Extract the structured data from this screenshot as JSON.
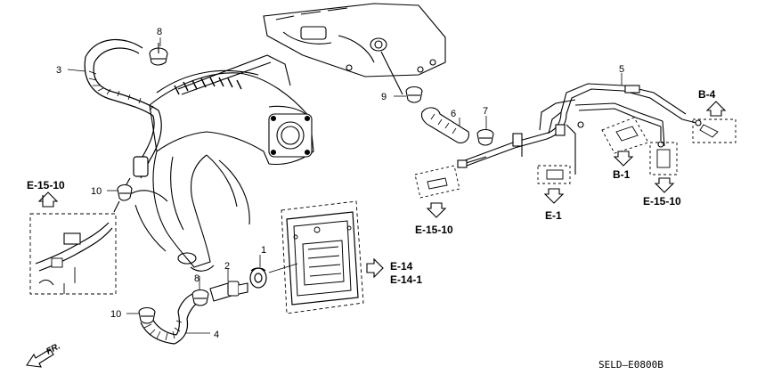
{
  "part_numbers": {
    "p1": "1",
    "p2": "2",
    "p3": "3",
    "p4": "4",
    "p5": "5",
    "p6": "6",
    "p7": "7",
    "p8_top": "8",
    "p8_bottom": "8",
    "p9": "9",
    "p10_upper": "10",
    "p10_lower": "10"
  },
  "references": {
    "e15_10_left": "E-15-10",
    "e15_10_mid": "E-15-10",
    "e15_10_right": "E-15-10",
    "e1": "E-1",
    "b1": "B-1",
    "b4": "B-4",
    "e14": "E-14",
    "e14_1": "E-14-1"
  },
  "direction_label": "FR.",
  "diagram_code": "SELD—E0800B"
}
